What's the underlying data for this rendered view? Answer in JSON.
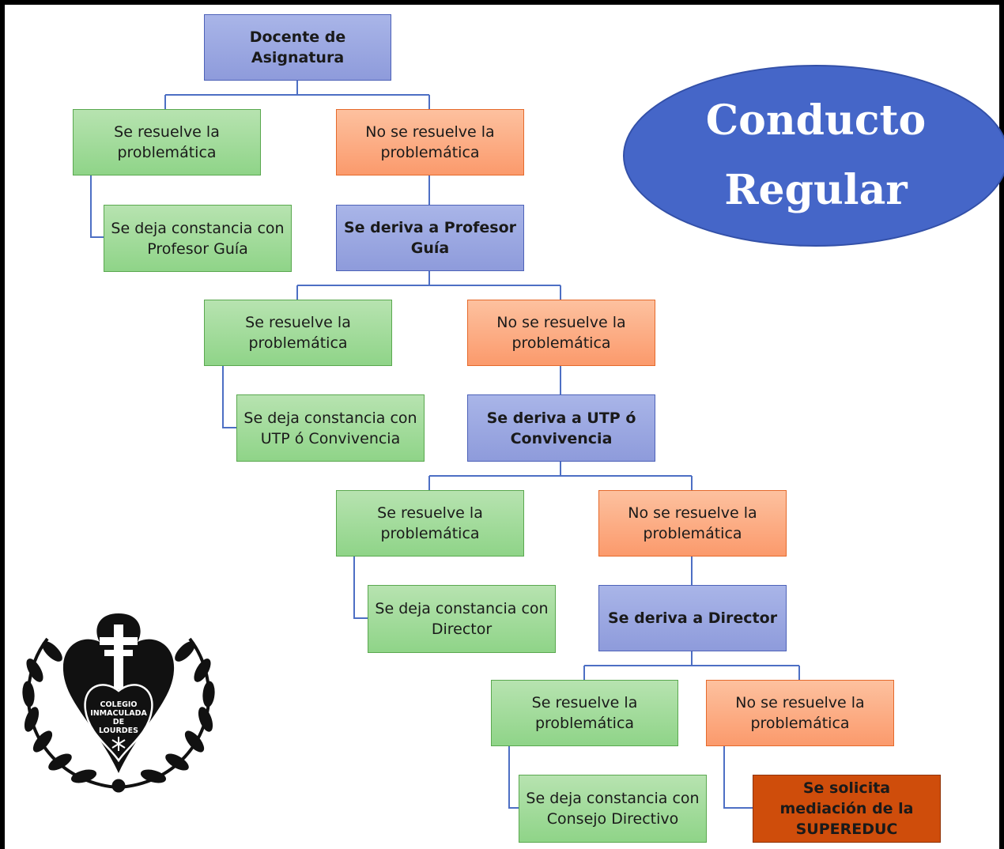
{
  "title": {
    "line1": "Conducto",
    "line2": "Regular"
  },
  "nodes": {
    "docente": "Docente de Asignatura",
    "n1_yes": "Se resuelve la problemática",
    "n1_no": "No se resuelve la problemática",
    "n1_record": "Se deja constancia con Profesor Guía",
    "derive_guia": "Se deriva a Profesor Guía",
    "n2_yes": "Se resuelve la problemática",
    "n2_no": "No se resuelve la problemática",
    "n2_record": "Se deja constancia con UTP ó Convivencia",
    "derive_utp": "Se deriva a UTP ó Convivencia",
    "n3_yes": "Se resuelve la problemática",
    "n3_no": "No se resuelve la problemática",
    "n3_record": "Se deja constancia con Director",
    "derive_director": "Se deriva a Director",
    "n4_yes": "Se resuelve la problemática",
    "n4_no": "No se resuelve la problemática",
    "n4_record": "Se deja constancia con Consejo Directivo",
    "supereduc": "Se solicita mediación de la SUPEREDUC"
  },
  "logo": {
    "line1": "COLEGIO",
    "line2": "INMACULADA",
    "line3": "DE",
    "line4": "LOURDES"
  },
  "colors": {
    "blue": "#8e9bdb",
    "green": "#8fd488",
    "orange": "#fb9a6c",
    "dark_orange": "#cf4d0b",
    "ellipse": "#4566c8",
    "connector": "#4d6fc4"
  }
}
